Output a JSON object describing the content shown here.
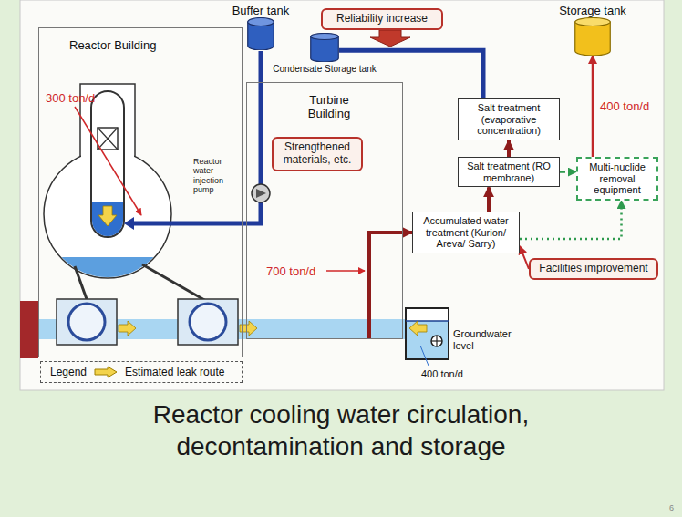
{
  "diagram": {
    "caption": "Reactor cooling water circulation, decontamination and storage",
    "nodes": [
      {
        "text": [
          "Reactor Building"
        ]
      },
      {
        "text": [
          "Buffer tank"
        ]
      },
      {
        "text": [
          "Reliability increase"
        ]
      },
      {
        "text": [
          "Storage tank"
        ]
      },
      {
        "text": [
          "Condensate Storage tank"
        ]
      },
      {
        "text": [
          "Turbine Building"
        ]
      },
      {
        "text": [
          "Strengthened materials, etc."
        ],
        "in": 5
      },
      {
        "text": [
          "Salt treatment (evaporative concentration)"
        ]
      },
      {
        "text": [
          "Salt treatment (RO membrane)"
        ]
      },
      {
        "text": [
          "Multi-nuclide removal equipment"
        ]
      },
      {
        "text": [
          "Accumulated water treatment (Kurion/ Areva/ Sarry)"
        ]
      },
      {
        "text": [
          "Facilities improvement"
        ]
      }
    ],
    "edges": [
      {
        "from": 10,
        "to": 8,
        "arrow": "to"
      },
      {
        "from": 8,
        "to": 7,
        "arrow": "to"
      },
      {
        "from": 7,
        "to": 4,
        "arrow": "none"
      },
      {
        "from": 8,
        "to": 9,
        "arrow": "to"
      },
      {
        "from": 10,
        "to": 9,
        "arrow": "to"
      },
      {
        "from": 9,
        "to": 3,
        "arrow": "to",
        "label": "400 ton/d"
      },
      {
        "from": 11,
        "to": 10,
        "arrow": "to"
      },
      {
        "from": 5,
        "to": 10,
        "arrow": "to"
      }
    ],
    "labels": [
      "300 ton/d",
      "Reactor water injection pump",
      "700 ton/d",
      "400 ton/d",
      "Groundwater level",
      "Legend",
      "6"
    ],
    "legend": [
      {
        "text": "Estimated leak route"
      }
    ]
  }
}
